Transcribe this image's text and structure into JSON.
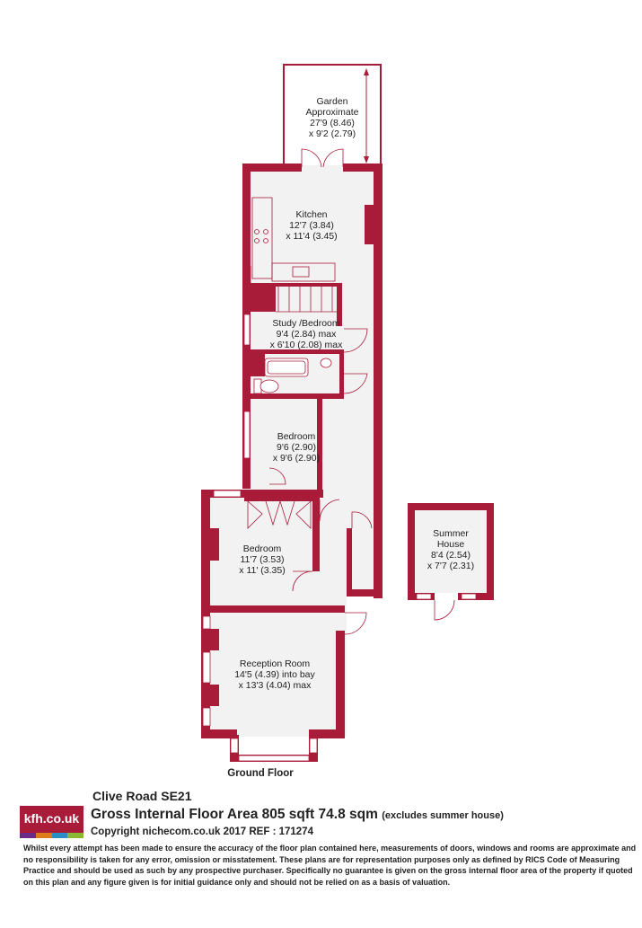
{
  "rooms": {
    "garden": {
      "name1": "Garden",
      "name2": "Approximate",
      "dim1": "27'9 (8.46)",
      "dim2": "x 9'2 (2.79)"
    },
    "kitchen": {
      "name": "Kitchen",
      "dim1": "12'7 (3.84)",
      "dim2": "x 11'4 (3.45)"
    },
    "study": {
      "name": "Study /Bedroom",
      "dim1": "9'4 (2.84) max",
      "dim2": "x 6'10 (2.08) max"
    },
    "bedroom1": {
      "name": "Bedroom",
      "dim1": "9'6 (2.90)",
      "dim2": "x 9'6 (2.90)"
    },
    "bedroom2": {
      "name": "Bedroom",
      "dim1": "11'7 (3.53)",
      "dim2": "x 11' (3.35)"
    },
    "reception": {
      "name": "Reception Room",
      "dim1": "14'5 (4.39) into bay",
      "dim2": "x 13'3 (4.04)  max"
    },
    "summer": {
      "name1": "Summer",
      "name2": "House",
      "dim1": "8'4 (2.54)",
      "dim2": "x 7'7 (2.31)"
    }
  },
  "floor_label": "Ground Floor",
  "footer": {
    "logo": "kfh.co.uk",
    "address": "Clive Road  SE21",
    "area": "Gross Internal Floor Area 805 sqft 74.8 sqm",
    "area_note": "(excludes summer house)",
    "copyright": "Copyright nichecom.co.uk 2017 REF : 171274",
    "disclaimer": "Whilst every attempt has been made to ensure the accuracy of the floor plan contained here, measurements of doors, windows and rooms are approximate and no responsibility is taken for any error, omission or misstatement.  These plans are for representation purposes only as defined by RICS Code of Measuring Practice and should be used as such by any prospective purchaser.  Specifically no guarantee is given on the gross internal floor area of the property if quoted on this plan and any figure given is for initial guidance only and should not be relied on as a basis of valuation."
  },
  "colors": {
    "wall": "#a81c3a",
    "floor": "#f2f2f2",
    "logo_bar": [
      "#6a2a86",
      "#e07b1a",
      "#2a8fc0",
      "#8ab833"
    ]
  }
}
